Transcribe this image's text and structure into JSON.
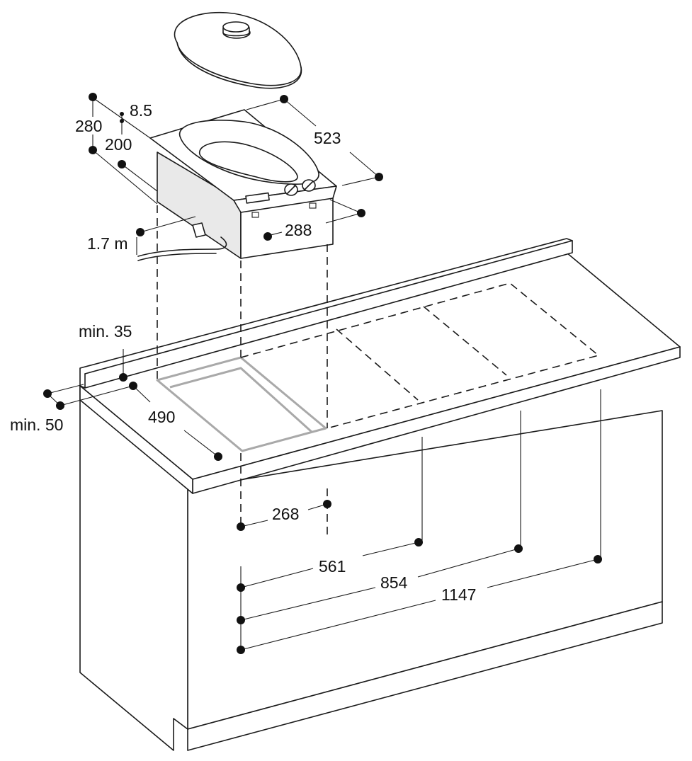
{
  "dimensions": {
    "d280": "280",
    "d8_5": "8.5",
    "d200": "200",
    "d523": "523",
    "d288": "288",
    "cable": "1.7 m",
    "min35": "min. 35",
    "min50": "min. 50",
    "d490": "490",
    "d268": "268",
    "d561": "561",
    "d854": "854",
    "d1147": "1147"
  }
}
